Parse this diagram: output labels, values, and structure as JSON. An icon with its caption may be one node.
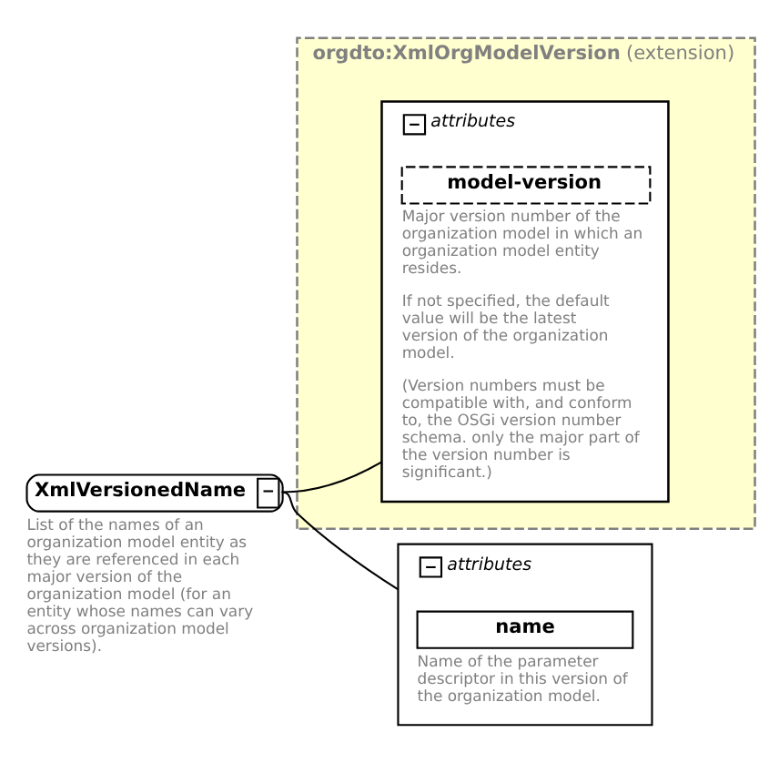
{
  "diagram": {
    "nodes": [
      {
        "text": [
          "XmlVersionedName"
        ],
        "beside": [
          "List of the names of an organization model entity as they are referenced in each major version of the organization model (for an entity whose names can vary across organization model versions)."
        ]
      },
      {
        "text": [
          "**orgdto:XmlOrgModelVersion** (extension)"
        ]
      },
      {
        "text": [
          "attributes"
        ],
        "in": 1
      },
      {
        "text": [
          "model-version"
        ],
        "in": 2,
        "beside": [
          "Major version number of the organization model in which an organization model entity resides.",
          "If not specified, the default value will be the latest version of the organization model.",
          "(Version numbers must be compatible with, and conform to, the OSGi version number schema. only the major part of the version number is significant.)"
        ]
      },
      {
        "text": [
          "attributes"
        ]
      },
      {
        "text": [
          "name"
        ],
        "in": 4,
        "beside": [
          "Name of the parameter descriptor in this version of the organization model."
        ]
      }
    ],
    "edges": [
      {
        "from": 0,
        "to": 2,
        "arrow": "none"
      },
      {
        "from": 0,
        "to": 4,
        "arrow": "none"
      }
    ]
  }
}
